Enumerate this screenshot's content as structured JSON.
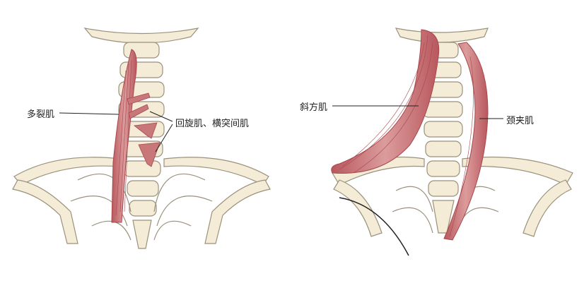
{
  "left_figure": {
    "labels": {
      "multifidus": "多裂肌",
      "rotatores_intertransversarii": "回旋肌、横突间肌"
    }
  },
  "right_figure": {
    "labels": {
      "trapezius": "斜方肌",
      "splenius_cervicis": "颈夹肌"
    }
  },
  "colors": {
    "bone_fill": "#f4ecd6",
    "bone_stroke": "#9a917c",
    "muscle": "#c9787a",
    "muscle_dark": "#a8474d"
  }
}
